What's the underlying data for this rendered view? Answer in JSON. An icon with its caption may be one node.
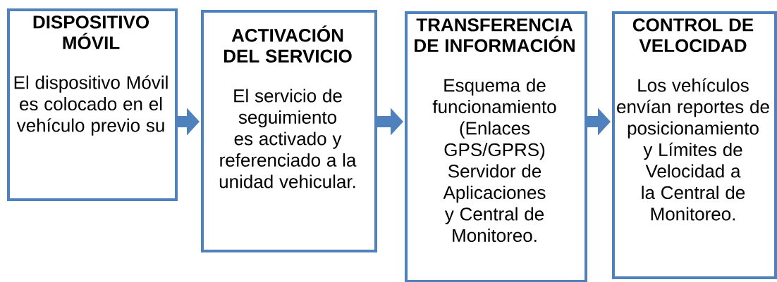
{
  "diagram": {
    "nodes": [
      {
        "text": [
          "DISPOSITIVO MÓVIL",
          "El dispositivo Móvil es colocado en el vehículo previo su"
        ]
      },
      {
        "text": [
          "ACTIVACIÓN DEL SERVICIO",
          "El servicio de seguimiento es activado y referenciado a la unidad vehicular."
        ]
      },
      {
        "text": [
          "TRANSFERENCIA DE INFORMACIÓN",
          "Esquema de funcionamiento (Enlaces GPS/GPRS) Servidor de Aplicaciones y Central de Monitoreo."
        ]
      },
      {
        "text": [
          "CONTROL DE VELOCIDAD",
          "Los vehículos envían reportes de posicionamiento y Límites de Velocidad a la Central de Monitoreo."
        ]
      }
    ],
    "edges": [
      {
        "from": 0,
        "to": 1,
        "arrow": "to"
      },
      {
        "from": 1,
        "to": 2,
        "arrow": "to"
      },
      {
        "from": 2,
        "to": 3,
        "arrow": "to"
      }
    ]
  }
}
